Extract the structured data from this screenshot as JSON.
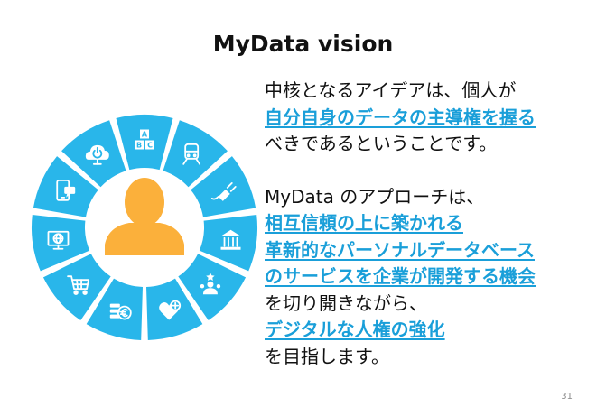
{
  "slide": {
    "title": "MyData vision",
    "page_number": "31"
  },
  "paragraph1": {
    "line1": "中核となるアイデアは、個人が",
    "line2_highlight": "自分自身のデータの主導権を握る",
    "line3": "べきであるということです。"
  },
  "paragraph2": {
    "line1": "MyData のアプローチは、",
    "line2_highlight": "相互信頼の上に築かれる",
    "line3_highlight": "革新的なパーソナルデータベース",
    "line4_highlight": "のサービスを企業が開発する機会",
    "line5": "を切り開きながら、",
    "line6_highlight": "デジタルな人権の強化",
    "line7": "を目指します。"
  },
  "diagram": {
    "segment_color": "#29b6ea",
    "person_color": "#fbb03b",
    "segment_icons": [
      "abc-blocks-icon",
      "train-icon",
      "plug-icon",
      "bank-icon",
      "person-star-icon",
      "heart-plus-icon",
      "euro-coins-icon",
      "shopping-cart-icon",
      "globe-monitor-icon",
      "mobile-chat-icon",
      "cloud-power-icon"
    ],
    "abc_letters": {
      "top": "A",
      "left": "B",
      "right": "C"
    }
  },
  "colors": {
    "highlight_text": "#1a9fd9",
    "body_text": "#111111"
  }
}
